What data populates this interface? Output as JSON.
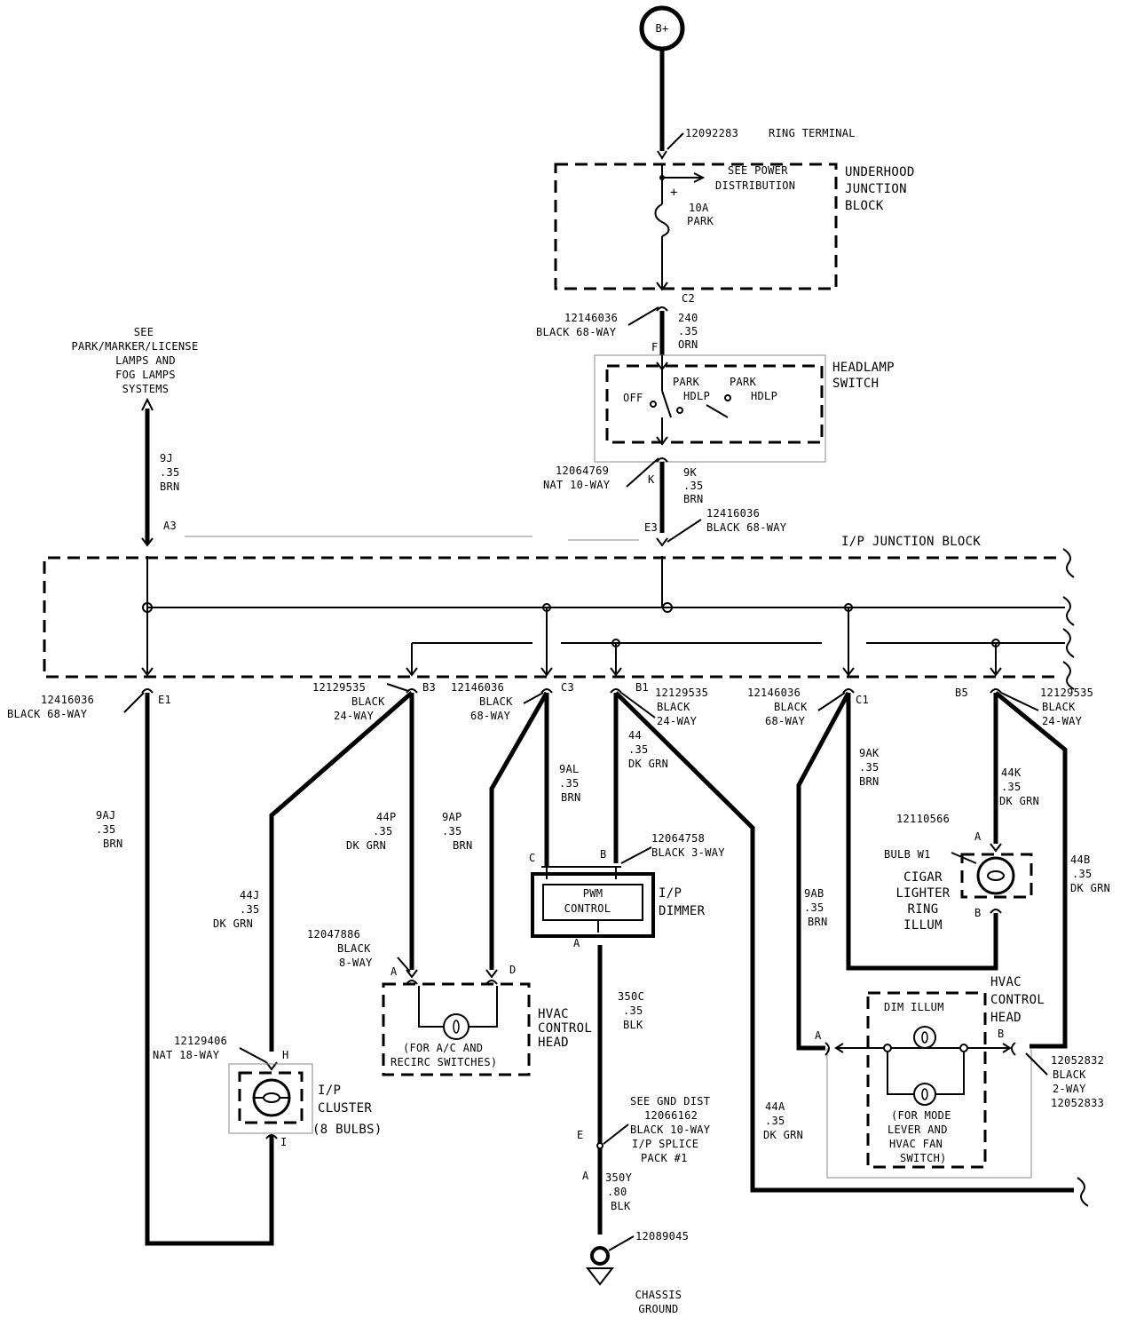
{
  "source": "B+",
  "ring_terminal": {
    "part": "12092283",
    "name": "RING TERMINAL"
  },
  "underhood_block": {
    "title": [
      "UNDERHOOD",
      "JUNCTION",
      "BLOCK"
    ],
    "note": [
      "SEE POWER",
      "DISTRIBUTION"
    ],
    "fuse": [
      "10A",
      "PARK"
    ]
  },
  "conn_c2": {
    "pin": "C2",
    "part": "12146036",
    "desc": "BLACK 68-WAY"
  },
  "wire_240": [
    "240",
    ".35",
    "ORN"
  ],
  "headlamp_switch": {
    "title": [
      "HEADLAMP",
      "SWITCH"
    ],
    "pin_top": "F",
    "pin_bottom": "K",
    "pos": [
      "OFF",
      "PARK",
      "HDLP",
      "PARK",
      "HDLP"
    ]
  },
  "conn_k": {
    "part": "12064769",
    "desc": "NAT 10-WAY"
  },
  "wire_9k": [
    "9K",
    ".35",
    "BRN"
  ],
  "conn_e3": {
    "pin": "E3",
    "part": "12416036",
    "desc": "BLACK 68-WAY"
  },
  "see_park": [
    "SEE",
    "PARK/MARKER/LICENSE",
    "LAMPS AND",
    "FOG LAMPS",
    "SYSTEMS"
  ],
  "wire_9j": [
    "9J",
    ".35",
    "BRN"
  ],
  "pin_a3": "A3",
  "ip_block": {
    "title": "I/P JUNCTION BLOCK"
  },
  "conn_e1": {
    "pin": "E1",
    "part": "12416036",
    "desc": "BLACK 68-WAY"
  },
  "conn_b3": {
    "pin": "B3",
    "part": "12129535",
    "desc": [
      "BLACK",
      "24-WAY"
    ]
  },
  "conn_c3": {
    "pin": "C3",
    "part": "12146036",
    "desc": [
      "BLACK",
      "68-WAY"
    ]
  },
  "conn_b1": {
    "pin": "B1",
    "part": "12129535",
    "desc": [
      "BLACK",
      "24-WAY"
    ]
  },
  "conn_c1": {
    "pin": "C1",
    "part": "12146036",
    "desc": [
      "BLACK",
      "68-WAY"
    ]
  },
  "conn_b5": {
    "pin": "B5",
    "part": "12129535",
    "desc": [
      "BLACK",
      "24-WAY"
    ]
  },
  "wire_9aj": [
    "9AJ",
    ".35",
    "BRN"
  ],
  "wire_44j": [
    "44J",
    ".35",
    "DK GRN"
  ],
  "wire_44p": [
    "44P",
    ".35",
    "DK GRN"
  ],
  "wire_9ap": [
    "9AP",
    ".35",
    "BRN"
  ],
  "wire_9al": [
    "9AL",
    ".35",
    "BRN"
  ],
  "wire_44": [
    "44",
    ".35",
    "DK GRN"
  ],
  "wire_9ak": [
    "9AK",
    ".35",
    "BRN"
  ],
  "wire_44k": [
    "44K",
    ".35",
    "DK GRN"
  ],
  "wire_44b": [
    "44B",
    ".35",
    "DK GRN"
  ],
  "wire_9ab": [
    "9AB",
    ".35",
    "BRN"
  ],
  "wire_44a": [
    "44A",
    ".35",
    "DK GRN"
  ],
  "wire_350c": [
    "350C",
    ".35",
    "BLK"
  ],
  "wire_350y": [
    "350Y",
    ".80",
    "BLK"
  ],
  "dimmer": {
    "part": "12064758",
    "desc": "BLACK 3-WAY",
    "pin_c": "C",
    "pin_b": "B",
    "pin_a": "A",
    "inner": [
      "PWM",
      "CONTROL"
    ],
    "title": [
      "I/P",
      "DIMMER"
    ]
  },
  "cluster": {
    "part": "12129406",
    "desc": "NAT 18-WAY",
    "pin_top": "H",
    "pin_bottom": "I",
    "title": [
      "I/P",
      "CLUSTER",
      "(8 BULBS)"
    ]
  },
  "hvac_left": {
    "part": "12047886",
    "desc": [
      "BLACK",
      "8-WAY"
    ],
    "pin_a": "A",
    "pin_d": "D",
    "note": [
      "(FOR A/C AND",
      "RECIRC SWITCHES)"
    ],
    "title": [
      "HVAC",
      "CONTROL",
      "HEAD"
    ]
  },
  "cigar": {
    "part": "12110566",
    "bulb": "BULB W1",
    "pin_a": "A",
    "pin_b": "B",
    "title": [
      "CIGAR",
      "LIGHTER",
      "RING",
      "ILLUM"
    ]
  },
  "hvac_right": {
    "title": [
      "HVAC",
      "CONTROL",
      "HEAD"
    ],
    "inner": "DIM ILLUM",
    "note": [
      "(FOR MODE",
      "LEVER AND",
      "HVAC FAN",
      "SWITCH)"
    ],
    "pin_a": "A",
    "pin_b": "B",
    "part1": "12052832",
    "desc": [
      "BLACK",
      "2-WAY"
    ],
    "part2": "12052833"
  },
  "splice": {
    "note": [
      "SEE GND DIST",
      "12066162",
      "BLACK 10-WAY",
      "I/P SPLICE",
      "PACK #1"
    ],
    "pin_e": "E",
    "pin_a": "A"
  },
  "ground": {
    "part": "12089045",
    "title": [
      "CHASSIS",
      "GROUND"
    ]
  }
}
